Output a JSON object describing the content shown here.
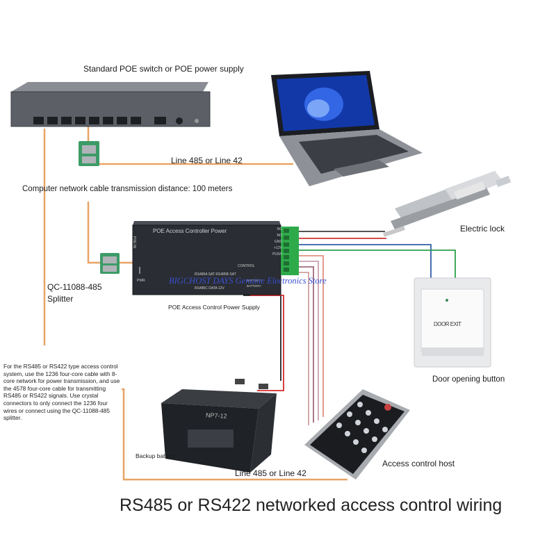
{
  "title": "RS485 or RS422 networked access control wiring",
  "labels": {
    "poe_switch": "Standard POE switch or POE power supply",
    "line_top": "Line 485 or Line 42",
    "distance": "Computer network cable transmission distance: 100 meters",
    "electric_lock": "Electric lock",
    "splitter_model": "QC-11088-485",
    "splitter_word": "Splitter",
    "controller_caption": "POE Access Control Power Supply",
    "door_button": "Door opening button",
    "backup_battery": "Backup battery",
    "access_host": "Access control host",
    "line_bottom": "Line 485 or Line 42"
  },
  "note_text": "For the RS485 or RS422 type access control system, use the 1236 four-core cable with 8-core network for power transmission, and use the 4578 four-core cable for transmitting RS485 or RS422 signals. Use crystal connectors to only connect the 1236 four wires or connect using the QC-11088-485 splitter.",
  "controller": {
    "name": "POE Access Controller Power",
    "terminals": [
      "NC",
      "NO",
      "GND",
      "+12V",
      "PUSH",
      "CONTROL",
      "",
      "BATTERY+",
      "BATTERY-"
    ],
    "side_labels": [
      "POE IN",
      "PWR"
    ],
    "bottom_labels": [
      "RS485A SAT RS485B SAT",
      "RS485C DATA 12V"
    ]
  },
  "button_text": "DOOR EXIT",
  "battery_text": "NP7-12",
  "watermark": "BIGCHOST DAYS Genuine Electronics Store",
  "colors": {
    "orange_cable": "#e8a465",
    "terminal_green": "#2eaa4a",
    "device_dark": "#2a2d33",
    "title": "#222222",
    "watermark": "#3a4fd0"
  }
}
